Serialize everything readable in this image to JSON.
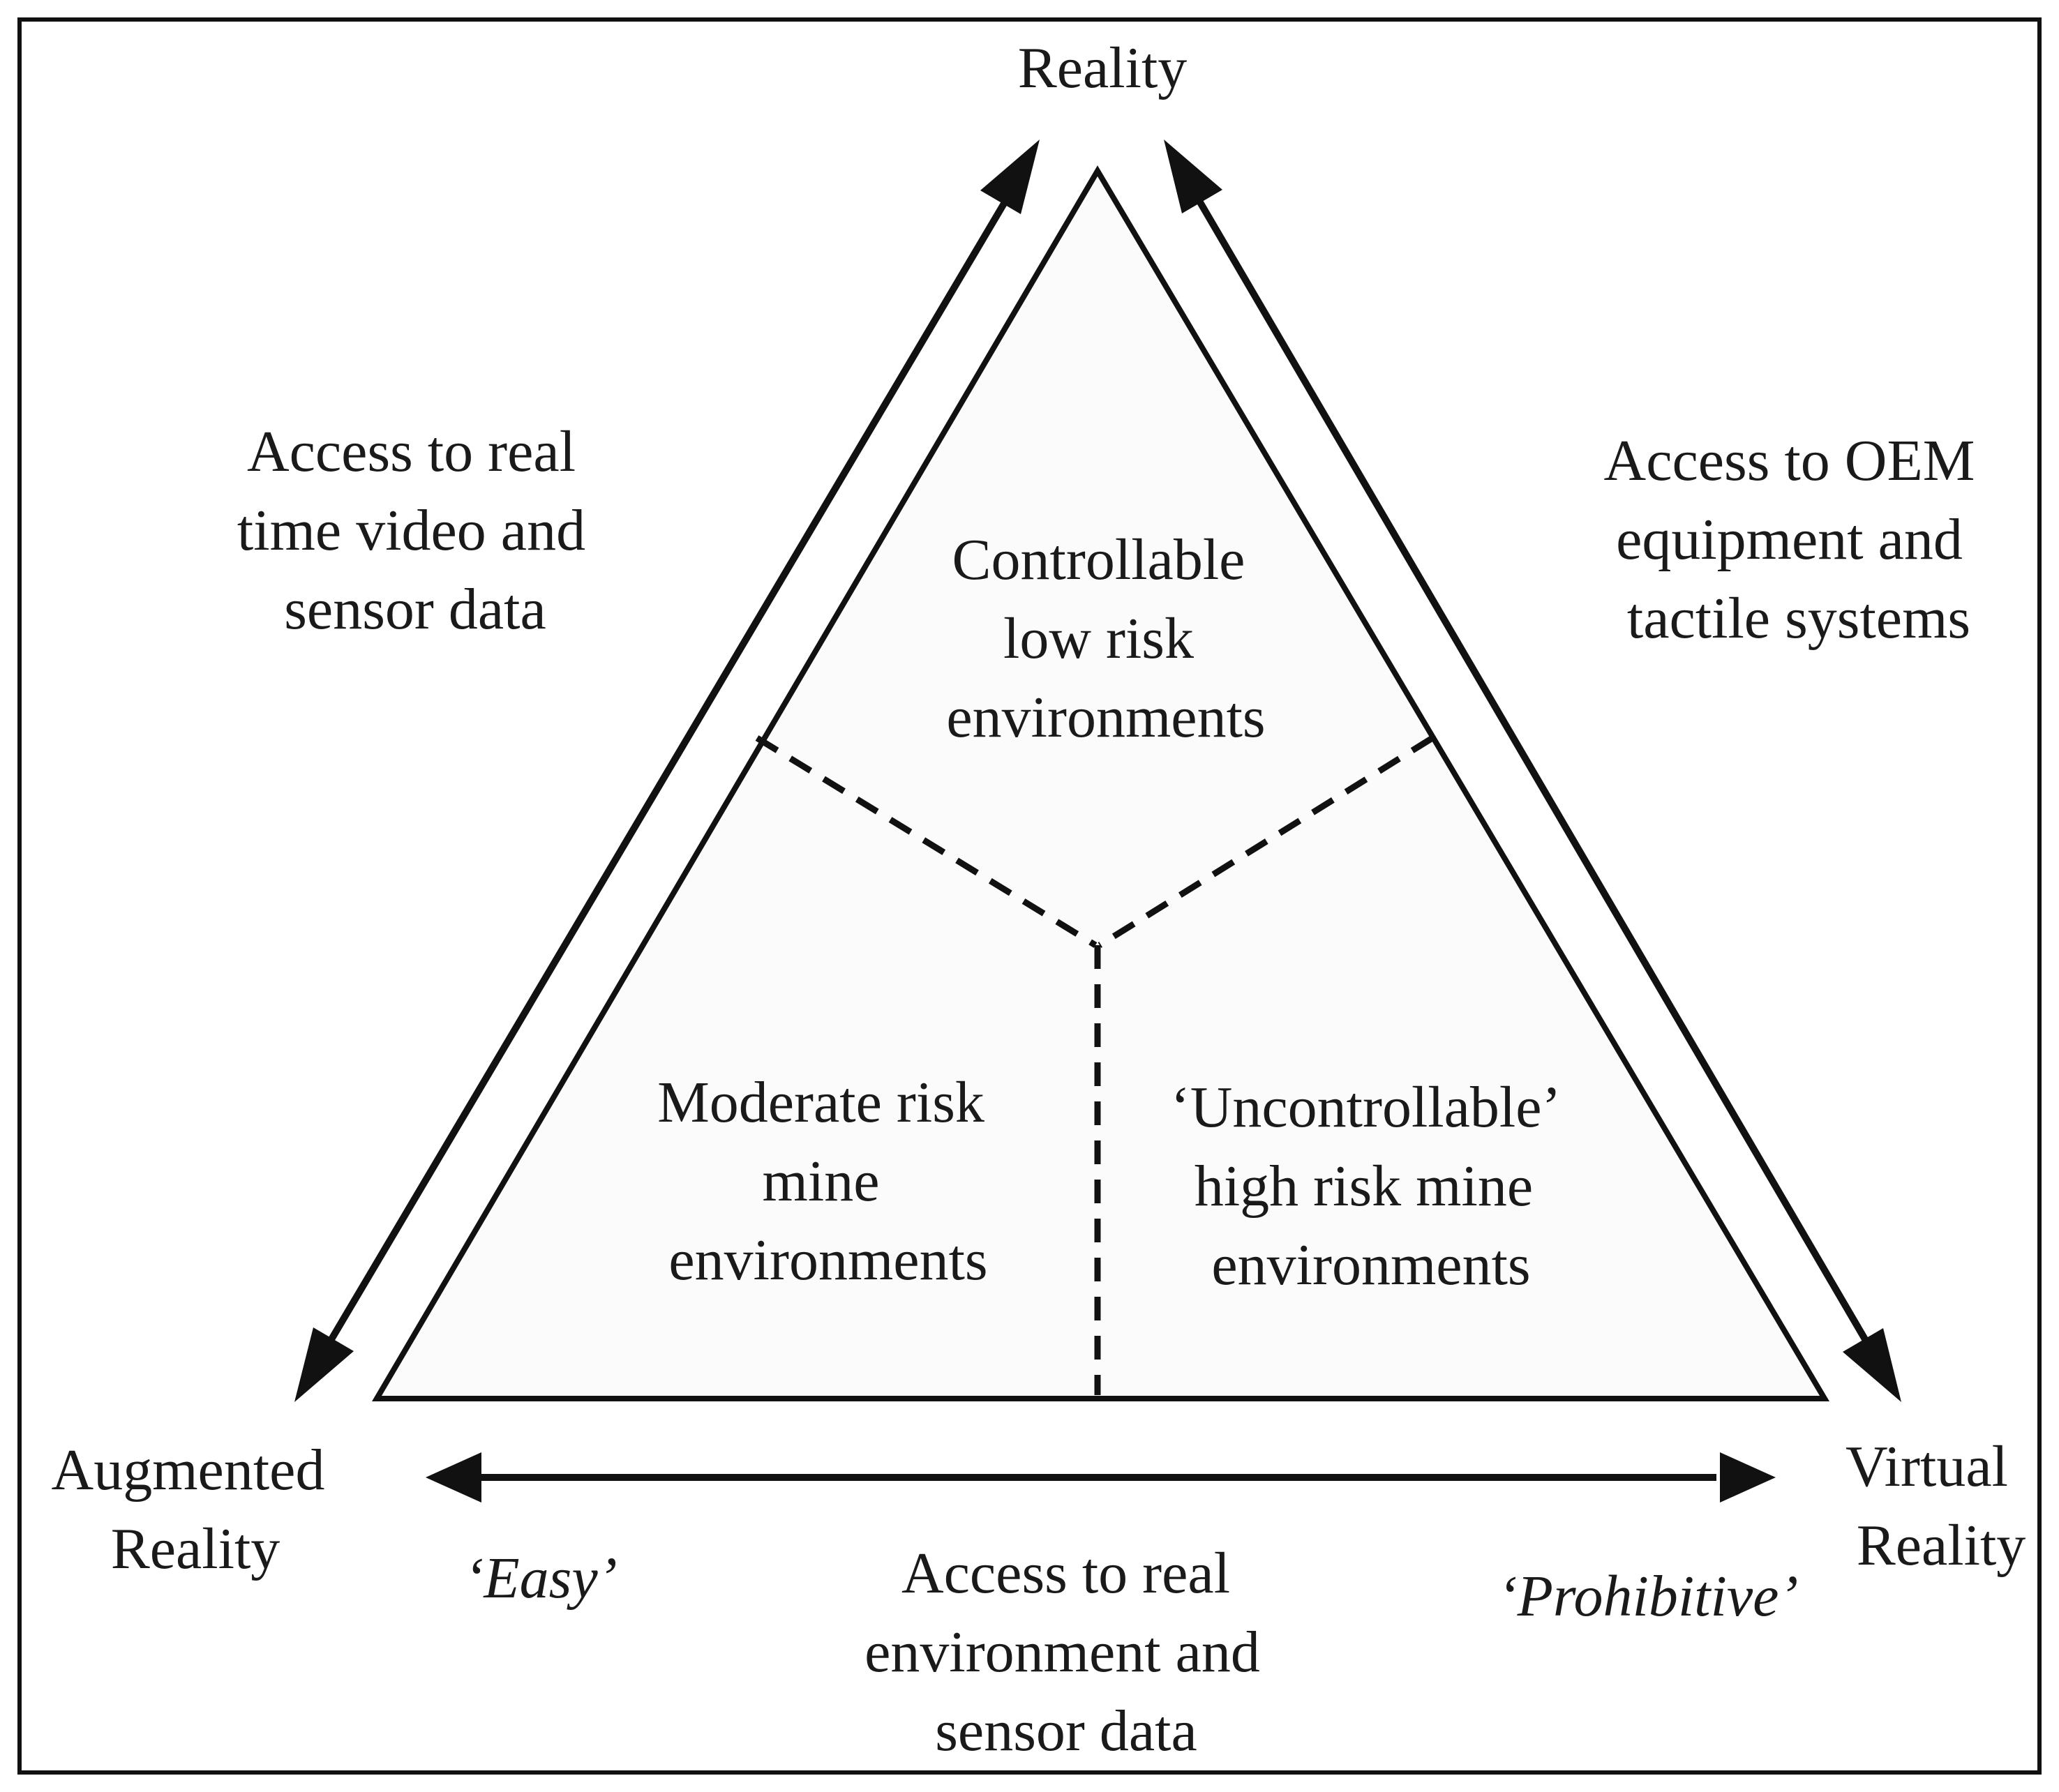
{
  "vertices": {
    "top": "Reality",
    "bottom_left": [
      "Augmented",
      "Reality"
    ],
    "bottom_right": [
      "Virtual",
      "Reality"
    ]
  },
  "edges": {
    "left": [
      "Access to real",
      "time video and",
      "sensor data"
    ],
    "right": [
      "Access to OEM",
      "equipment and",
      "tactile systems"
    ],
    "bottom": [
      "Access to real",
      "environment and",
      "sensor data"
    ],
    "bottom_left_end": "‘Easy’",
    "bottom_right_end": "‘Prohibitive’"
  },
  "regions": {
    "top": [
      "Controllable",
      "low risk",
      "environments"
    ],
    "left": [
      "Moderate risk",
      "mine",
      "environments"
    ],
    "right": [
      "‘Uncontrollable’",
      "high risk mine",
      "environments"
    ]
  },
  "colors": {
    "line": "#111111",
    "triangle_fill": "#fbfbfb",
    "text": "#1a1a1a"
  }
}
